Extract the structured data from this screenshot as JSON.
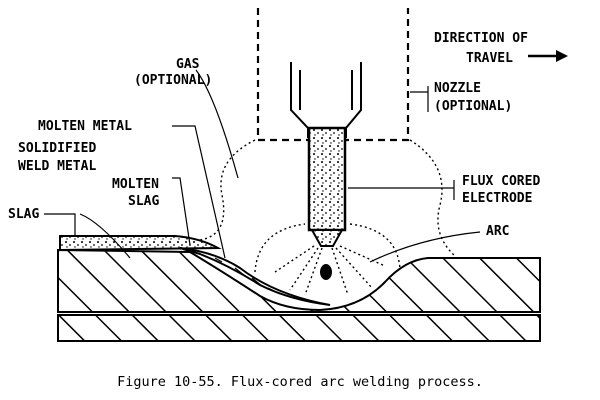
{
  "labels": {
    "direction_line1": "DIRECTION OF",
    "direction_line2": "TRAVEL",
    "gas_line1": "GAS",
    "gas_line2": "(OPTIONAL)",
    "nozzle_line1": "NOZZLE",
    "nozzle_line2": "(OPTIONAL)",
    "molten_metal": "MOLTEN METAL",
    "solidified_line1": "SOLIDIFIED",
    "solidified_line2": "WELD METAL",
    "molten_slag_line1": "MOLTEN",
    "molten_slag_line2": "SLAG",
    "slag": "SLAG",
    "flux_line1": "FLUX CORED",
    "flux_line2": "ELECTRODE",
    "arc": "ARC"
  },
  "caption": "Figure 10-55.  Flux-cored arc welding process."
}
